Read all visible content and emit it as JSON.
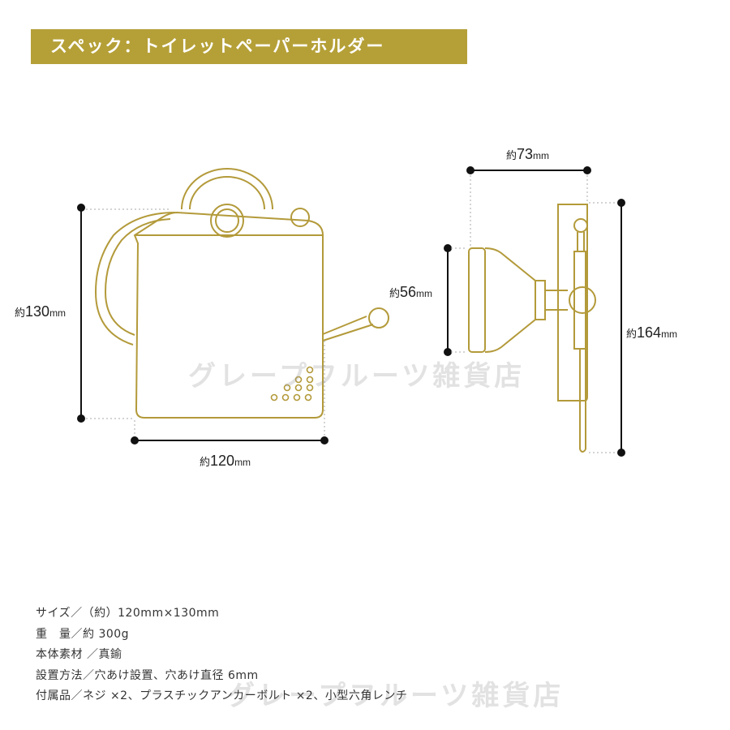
{
  "header": {
    "title": "スペック：トイレットペーパーホルダー"
  },
  "front_view": {
    "height_label": {
      "prefix": "約",
      "value": "130",
      "unit": "mm"
    },
    "width_label": {
      "prefix": "約",
      "value": "120",
      "unit": "mm"
    }
  },
  "side_view": {
    "depth_label": {
      "prefix": "約",
      "value": "73",
      "unit": "mm"
    },
    "base_label": {
      "prefix": "約",
      "value": "56",
      "unit": "mm"
    },
    "height_label": {
      "prefix": "約",
      "value": "164",
      "unit": "mm"
    }
  },
  "watermark": {
    "text": "グレープフルーツ雑貨店"
  },
  "specs": [
    "サイズ／（約）120mm×130mm",
    "重　量／約 300g",
    "本体素材 ／真鍮",
    "設置方法／穴あけ設置、穴あけ直径 6mm",
    "付属品／ネジ ×2、プラスチックアンカーボルト ×2、小型六角レンチ"
  ],
  "colors": {
    "accent": "#b5a038",
    "line": "#b39a3a",
    "dim": "#111111"
  }
}
